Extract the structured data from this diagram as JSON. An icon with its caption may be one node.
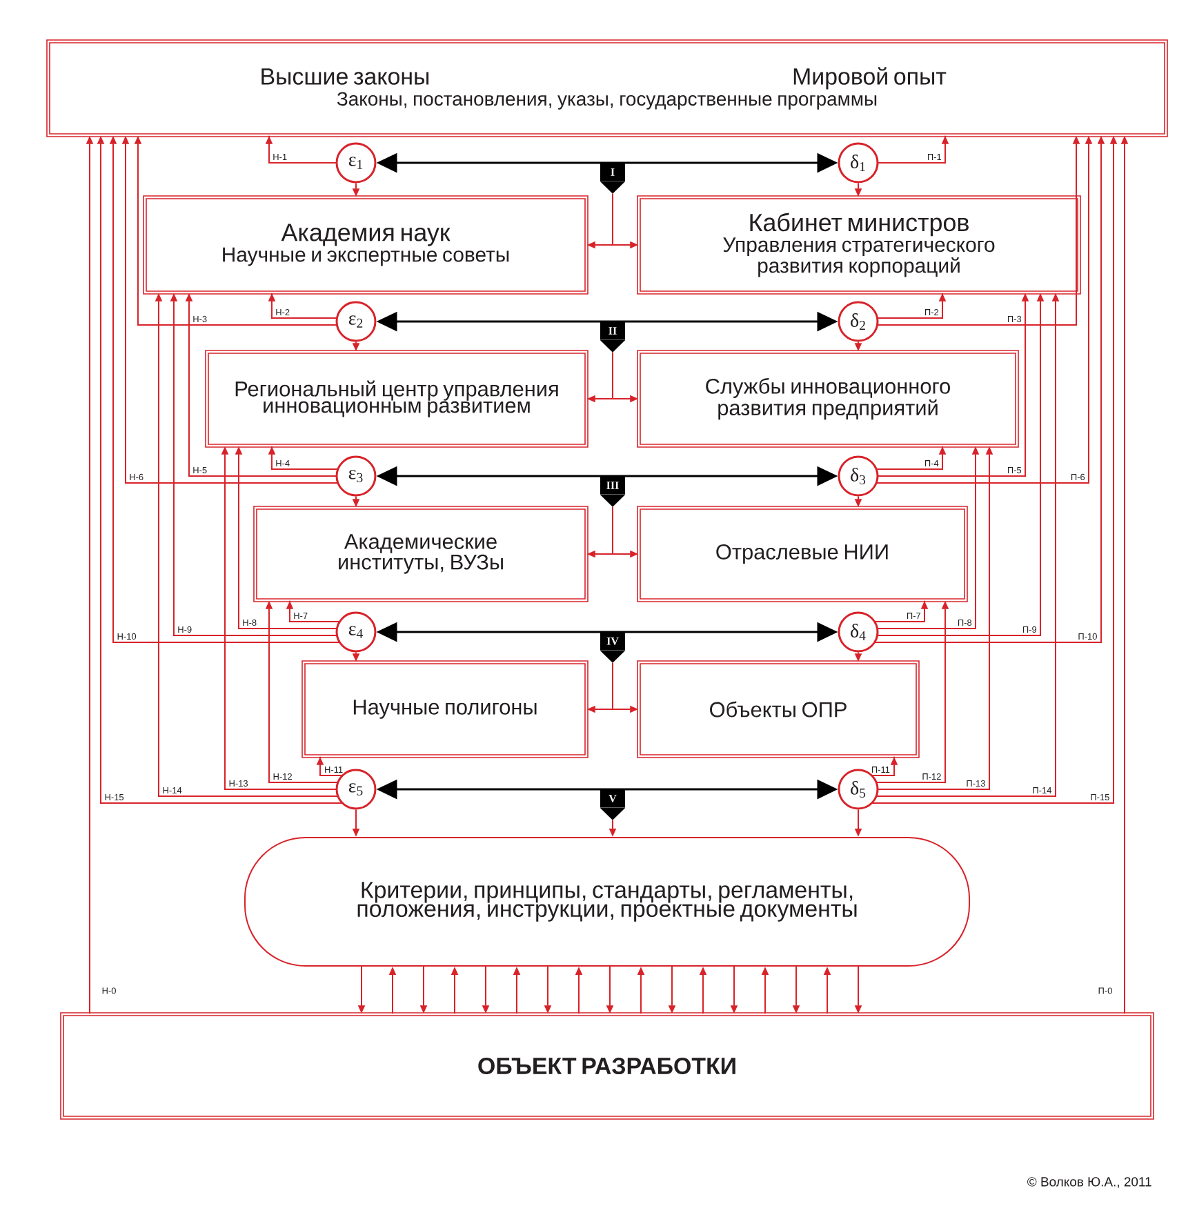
{
  "diagram": {
    "nodes": [
      {
        "text": [
          "Высшие законы",
          "Мировой опыт",
          "Законы, постановления, указы, государственные программы"
        ]
      },
      {
        "text": [
          "ε$_{1}$"
        ]
      },
      {
        "text": [
          "I"
        ]
      },
      {
        "text": [
          "δ$_{1}$"
        ]
      },
      {
        "text": [
          "Академия наук",
          "Научные и экспертные советы"
        ]
      },
      {
        "text": [
          "Кабинет министров",
          "Управления стратегического развития корпораций"
        ]
      },
      {
        "text": [
          "ε$_{2}$"
        ]
      },
      {
        "text": [
          "II"
        ]
      },
      {
        "text": [
          "δ$_{2}$"
        ]
      },
      {
        "text": [
          "Региональный центр управления инновационным развитием"
        ]
      },
      {
        "text": [
          "Службы инновационного развития предприятий"
        ]
      },
      {
        "text": [
          "ε$_{3}$"
        ]
      },
      {
        "text": [
          "III"
        ]
      },
      {
        "text": [
          "δ$_{3}$"
        ]
      },
      {
        "text": [
          "Академические институты, ВУЗы"
        ]
      },
      {
        "text": [
          "Отраслевые НИИ"
        ]
      },
      {
        "text": [
          "ε$_{4}$"
        ]
      },
      {
        "text": [
          "IV"
        ]
      },
      {
        "text": [
          "δ$_{4}$"
        ]
      },
      {
        "text": [
          "Научные полигоны"
        ]
      },
      {
        "text": [
          "Объекты ОПР"
        ]
      },
      {
        "text": [
          "ε$_{5}$"
        ]
      },
      {
        "text": [
          "V"
        ]
      },
      {
        "text": [
          "δ$_{5}$"
        ]
      },
      {
        "text": [
          "Критерии, принципы, стандарты, регламенты, положения, инструкции, проектные документы"
        ]
      },
      {
        "text": [
          "ОБЪЕКТ РАЗРАБОТКИ"
        ]
      }
    ],
    "edges": [
      {
        "from": 0,
        "to": 1,
        "arrow": "none"
      },
      {
        "from": 1,
        "to": 4,
        "arrow": "to"
      },
      {
        "from": 0,
        "to": 3,
        "arrow": "none"
      },
      {
        "from": 3,
        "to": 5,
        "arrow": "to"
      },
      {
        "from": 2,
        "to": 1,
        "arrow": "to",
        "color": "#000000"
      },
      {
        "from": 2,
        "to": 3,
        "arrow": "to",
        "color": "#000000"
      },
      {
        "from": 2,
        "to": 4,
        "arrow": "to"
      },
      {
        "from": 2,
        "to": 5,
        "arrow": "to"
      },
      {
        "from": 1,
        "to": 0,
        "arrow": "to",
        "label": "Н-1"
      },
      {
        "from": 3,
        "to": 0,
        "arrow": "to",
        "label": "П-1"
      },
      {
        "from": 4,
        "to": 6,
        "arrow": "none"
      },
      {
        "from": 6,
        "to": 9,
        "arrow": "to"
      },
      {
        "from": 5,
        "to": 8,
        "arrow": "none"
      },
      {
        "from": 8,
        "to": 10,
        "arrow": "to"
      },
      {
        "from": 7,
        "to": 6,
        "arrow": "to",
        "color": "#000000"
      },
      {
        "from": 7,
        "to": 8,
        "arrow": "to",
        "color": "#000000"
      },
      {
        "from": 7,
        "to": 9,
        "arrow": "to"
      },
      {
        "from": 7,
        "to": 10,
        "arrow": "to"
      },
      {
        "from": 6,
        "to": 4,
        "arrow": "to",
        "label": "Н-2"
      },
      {
        "from": 6,
        "to": 0,
        "arrow": "to",
        "label": "Н-3"
      },
      {
        "from": 8,
        "to": 5,
        "arrow": "to",
        "label": "П-2"
      },
      {
        "from": 8,
        "to": 0,
        "arrow": "to",
        "label": "П-3"
      },
      {
        "from": 9,
        "to": 11,
        "arrow": "none"
      },
      {
        "from": 11,
        "to": 14,
        "arrow": "to"
      },
      {
        "from": 10,
        "to": 13,
        "arrow": "none"
      },
      {
        "from": 13,
        "to": 15,
        "arrow": "to"
      },
      {
        "from": 12,
        "to": 11,
        "arrow": "to",
        "color": "#000000"
      },
      {
        "from": 12,
        "to": 13,
        "arrow": "to",
        "color": "#000000"
      },
      {
        "from": 12,
        "to": 14,
        "arrow": "to"
      },
      {
        "from": 12,
        "to": 15,
        "arrow": "to"
      },
      {
        "from": 11,
        "to": 9,
        "arrow": "to",
        "label": "Н-4"
      },
      {
        "from": 11,
        "to": 4,
        "arrow": "to",
        "label": "Н-5"
      },
      {
        "from": 11,
        "to": 0,
        "arrow": "to",
        "label": "Н-6"
      },
      {
        "from": 13,
        "to": 10,
        "arrow": "to",
        "label": "П-4"
      },
      {
        "from": 13,
        "to": 5,
        "arrow": "to",
        "label": "П-5"
      },
      {
        "from": 13,
        "to": 0,
        "arrow": "to",
        "label": "П-6"
      },
      {
        "from": 14,
        "to": 16,
        "arrow": "none"
      },
      {
        "from": 16,
        "to": 19,
        "arrow": "to"
      },
      {
        "from": 15,
        "to": 18,
        "arrow": "none"
      },
      {
        "from": 18,
        "to": 20,
        "arrow": "to"
      },
      {
        "from": 17,
        "to": 16,
        "arrow": "to",
        "color": "#000000"
      },
      {
        "from": 17,
        "to": 18,
        "arrow": "to",
        "color": "#000000"
      },
      {
        "from": 17,
        "to": 19,
        "arrow": "to"
      },
      {
        "from": 17,
        "to": 20,
        "arrow": "to"
      },
      {
        "from": 16,
        "to": 14,
        "arrow": "to",
        "label": "Н-7"
      },
      {
        "from": 16,
        "to": 9,
        "arrow": "to",
        "label": "Н-8"
      },
      {
        "from": 16,
        "to": 4,
        "arrow": "to",
        "label": "Н-9"
      },
      {
        "from": 16,
        "to": 0,
        "arrow": "to",
        "label": "Н-10"
      },
      {
        "from": 18,
        "to": 15,
        "arrow": "to",
        "label": "П-7"
      },
      {
        "from": 18,
        "to": 10,
        "arrow": "to",
        "label": "П-8"
      },
      {
        "from": 18,
        "to": 5,
        "arrow": "to",
        "label": "П-9"
      },
      {
        "from": 18,
        "to": 0,
        "arrow": "to",
        "label": "П-10"
      },
      {
        "from": 19,
        "to": 21,
        "arrow": "none"
      },
      {
        "from": 21,
        "to": 24,
        "arrow": "to"
      },
      {
        "from": 20,
        "to": 23,
        "arrow": "none"
      },
      {
        "from": 23,
        "to": 24,
        "arrow": "to"
      },
      {
        "from": 22,
        "to": 21,
        "arrow": "to",
        "color": "#000000"
      },
      {
        "from": 22,
        "to": 23,
        "arrow": "to",
        "color": "#000000"
      },
      {
        "from": 22,
        "to": 24,
        "arrow": "to"
      },
      {
        "from": 21,
        "to": 19,
        "arrow": "to",
        "label": "Н-11"
      },
      {
        "from": 21,
        "to": 14,
        "arrow": "to",
        "label": "Н-12"
      },
      {
        "from": 21,
        "to": 9,
        "arrow": "to",
        "label": "Н-13"
      },
      {
        "from": 21,
        "to": 4,
        "arrow": "to",
        "label": "Н-14"
      },
      {
        "from": 21,
        "to": 0,
        "arrow": "to",
        "label": "Н-15"
      },
      {
        "from": 23,
        "to": 20,
        "arrow": "to",
        "label": "П-11"
      },
      {
        "from": 23,
        "to": 15,
        "arrow": "to",
        "label": "П-12"
      },
      {
        "from": 23,
        "to": 10,
        "arrow": "to",
        "label": "П-13"
      },
      {
        "from": 23,
        "to": 5,
        "arrow": "to",
        "label": "П-14"
      },
      {
        "from": 23,
        "to": 0,
        "arrow": "to",
        "label": "П-15"
      },
      {
        "from": 25,
        "to": 0,
        "arrow": "to",
        "label": "Н-0"
      },
      {
        "from": 25,
        "to": 0,
        "arrow": "to",
        "label": "П-0"
      },
      {
        "from": 24,
        "to": 25,
        "arrow": "to"
      },
      {
        "from": 25,
        "to": 24,
        "arrow": "to"
      },
      {
        "from": 24,
        "to": 25,
        "arrow": "to"
      },
      {
        "from": 25,
        "to": 24,
        "arrow": "to"
      },
      {
        "from": 24,
        "to": 25,
        "arrow": "to"
      },
      {
        "from": 25,
        "to": 24,
        "arrow": "to"
      },
      {
        "from": 24,
        "to": 25,
        "arrow": "to"
      },
      {
        "from": 25,
        "to": 24,
        "arrow": "to"
      },
      {
        "from": 24,
        "to": 25,
        "arrow": "to"
      },
      {
        "from": 25,
        "to": 24,
        "arrow": "to"
      },
      {
        "from": 24,
        "to": 25,
        "arrow": "to"
      },
      {
        "from": 25,
        "to": 24,
        "arrow": "to"
      },
      {
        "from": 24,
        "to": 25,
        "arrow": "to"
      },
      {
        "from": 25,
        "to": 24,
        "arrow": "to"
      },
      {
        "from": 24,
        "to": 25,
        "arrow": "to"
      },
      {
        "from": 25,
        "to": 24,
        "arrow": "to"
      },
      {
        "from": 24,
        "to": 25,
        "arrow": "to"
      }
    ],
    "labels": [
      "© Волков Ю.А., 2011"
    ]
  }
}
